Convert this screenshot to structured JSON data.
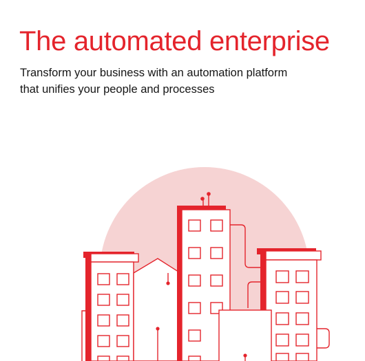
{
  "document": {
    "title": "The automated enterprise",
    "subtitle_lines": [
      "Transform your business with an automation platform",
      "that unifies your people and processes"
    ]
  },
  "colors": {
    "accent": "#e4242c",
    "accent_soft": "#f6d3d3",
    "text": "#151515",
    "background": "#ffffff"
  }
}
